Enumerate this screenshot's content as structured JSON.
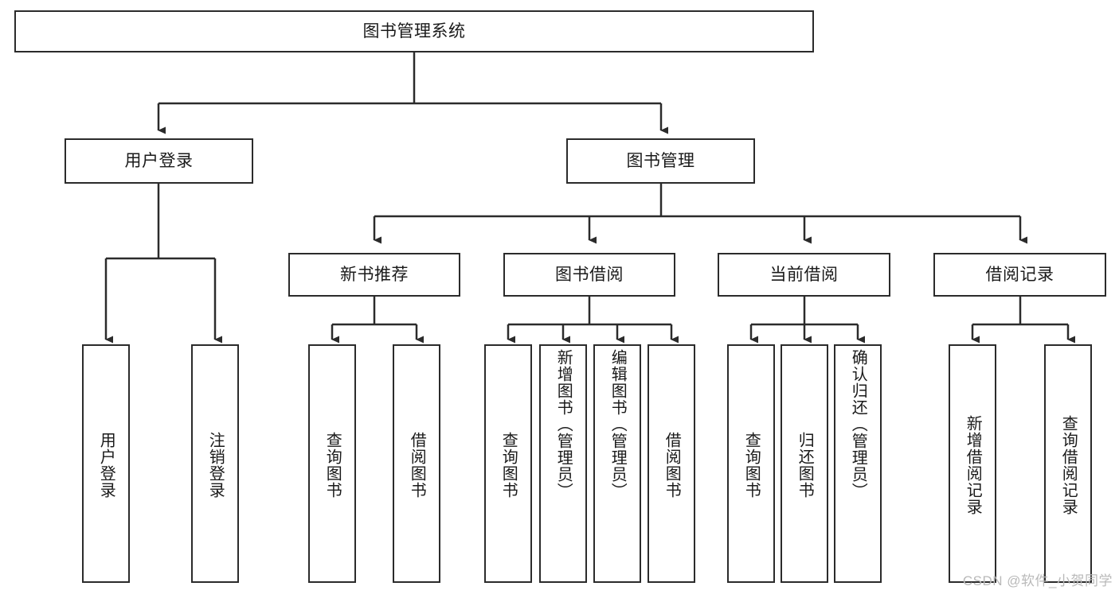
{
  "diagram": {
    "type": "tree-hierarchy",
    "title": "图书管理系统",
    "root": {
      "id": "root",
      "label": "图书管理系统"
    },
    "level2": [
      {
        "id": "user-login",
        "label": "用户登录"
      },
      {
        "id": "book-management",
        "label": "图书管理"
      }
    ],
    "level3": [
      {
        "id": "new-book-recommend",
        "label": "新书推荐",
        "parent": "book-management"
      },
      {
        "id": "book-borrow",
        "label": "图书借阅",
        "parent": "book-management"
      },
      {
        "id": "current-borrow",
        "label": "当前借阅",
        "parent": "book-management"
      },
      {
        "id": "borrow-record",
        "label": "借阅记录",
        "parent": "book-management"
      }
    ],
    "leaves": {
      "user-login": [
        {
          "id": "leaf-user-login",
          "label": "用户登录"
        },
        {
          "id": "leaf-user-logout",
          "label": "注销登录"
        }
      ],
      "new-book-recommend": [
        {
          "id": "leaf-query-book-1",
          "label": "查询图书"
        },
        {
          "id": "leaf-borrow-book-1",
          "label": "借阅图书"
        }
      ],
      "book-borrow": [
        {
          "id": "leaf-query-book-2",
          "label": "查询图书"
        },
        {
          "id": "leaf-add-book",
          "label": "新增图书（管理员）"
        },
        {
          "id": "leaf-edit-book",
          "label": "编辑图书（管理员）"
        },
        {
          "id": "leaf-borrow-book-2",
          "label": "借阅图书"
        }
      ],
      "current-borrow": [
        {
          "id": "leaf-query-book-3",
          "label": "查询图书"
        },
        {
          "id": "leaf-return-book",
          "label": "归还图书"
        },
        {
          "id": "leaf-confirm-return",
          "label": "确认归还（管理员）"
        }
      ],
      "borrow-record": [
        {
          "id": "leaf-add-record",
          "label": "新增借阅记录"
        },
        {
          "id": "leaf-query-record",
          "label": "查询借阅记录"
        }
      ]
    },
    "colors": {
      "stroke": "#2b2b2b",
      "text": "#1a1a1a",
      "background": "#ffffff",
      "watermark": "#b9b9b9"
    }
  },
  "watermark": {
    "text": "CSDN @软件_小贺同学"
  }
}
